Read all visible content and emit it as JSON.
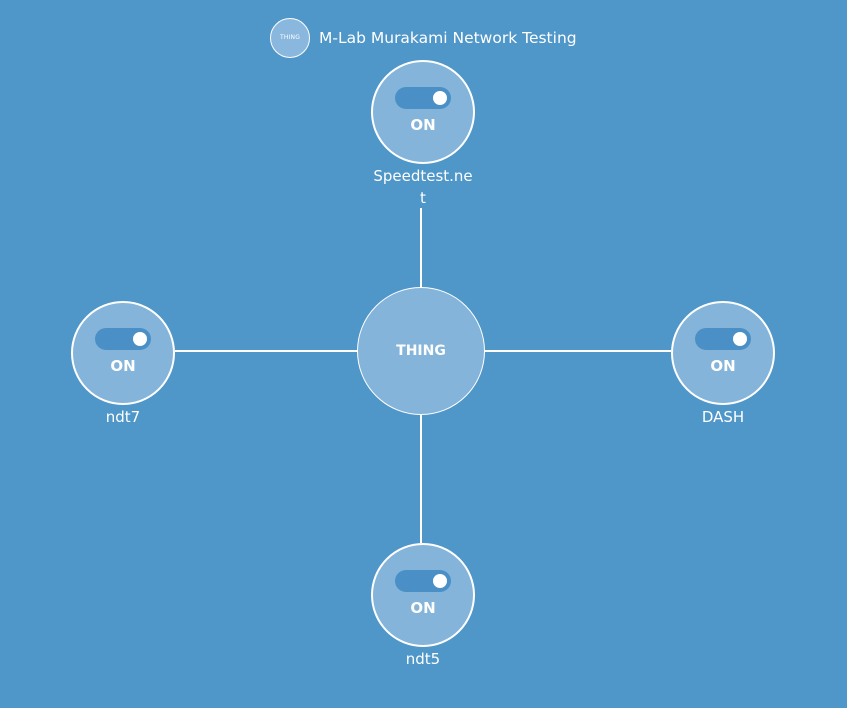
{
  "header": {
    "logo_text": "THING",
    "title": "M-Lab Murakami Network Testing"
  },
  "hub": {
    "label": "THING"
  },
  "nodes": [
    {
      "name": "Speedtest.net",
      "state": "ON",
      "enabled": true
    },
    {
      "name": "ndt7",
      "state": "ON",
      "enabled": true
    },
    {
      "name": "DASH",
      "state": "ON",
      "enabled": true
    },
    {
      "name": "ndt5",
      "state": "ON",
      "enabled": true
    }
  ],
  "colors": {
    "background": "#4f96c9",
    "node_fill": "#84b4da",
    "toggle_track": "#4a90c6",
    "stroke": "#ffffff"
  }
}
